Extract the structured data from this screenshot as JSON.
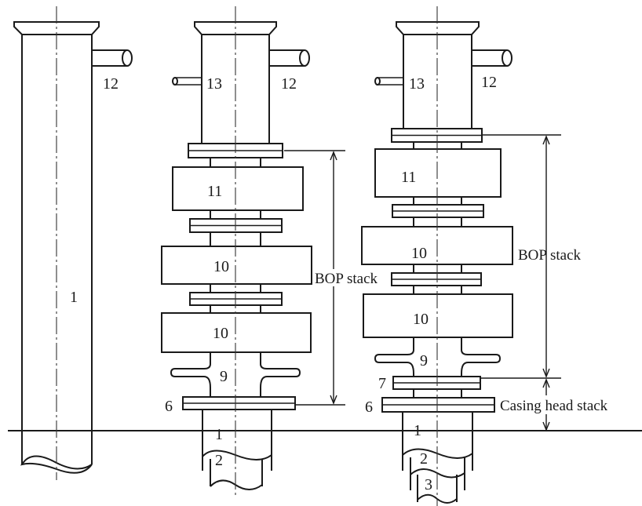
{
  "labels": {
    "n1": "1",
    "n2": "2",
    "n3": "3",
    "n6": "6",
    "n7": "7",
    "n9": "9",
    "n10": "10",
    "n11": "11",
    "n12": "12",
    "n13": "13",
    "bop_stack": "BOP stack",
    "casing_head_stack": "Casing head stack"
  }
}
